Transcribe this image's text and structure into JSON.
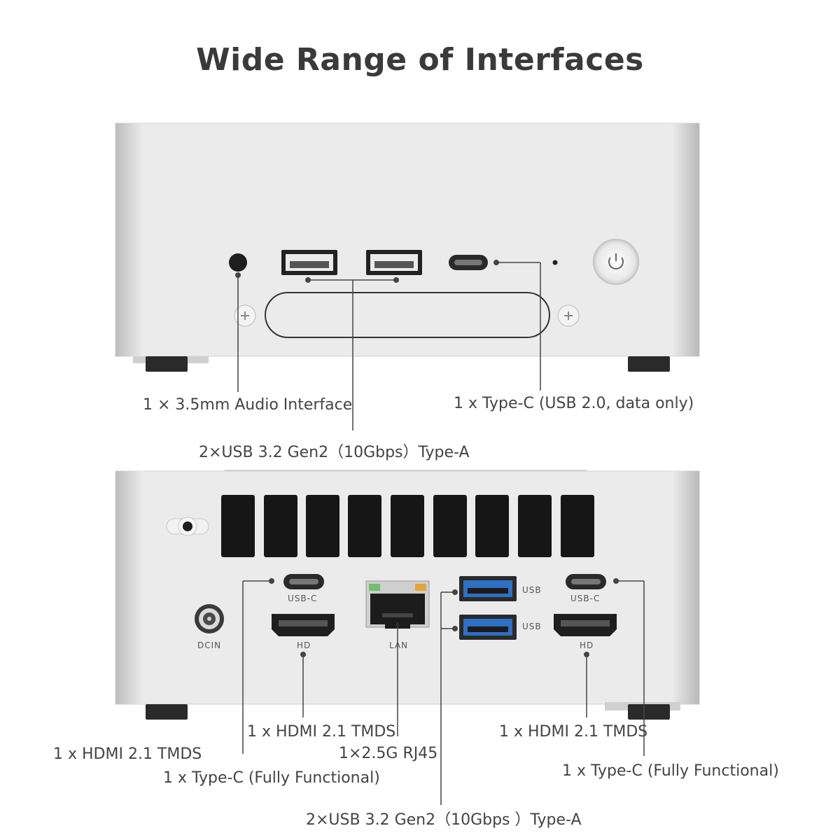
{
  "title": "Wide Range of Interfaces",
  "front": {
    "labels": {
      "audio": "1 × 3.5mm Audio Interface",
      "usbc_data": "1 x Type-C (USB 2.0, data only)",
      "usb_a": "2×USB 3.2 Gen2（10Gbps）Type-A"
    },
    "icons": [
      "audio-jack-icon",
      "usb-a-port-icon",
      "usb-c-port-icon",
      "power-button-icon",
      "screw-icon"
    ]
  },
  "rear": {
    "port_marks": {
      "usbc_left": "USB-C",
      "hd_left": "HD",
      "dcin": "DCIN",
      "lan": "LAN",
      "usb_top": "USB",
      "usb_bottom": "USB",
      "usbc_right": "USB-C",
      "hd_right": "HD"
    },
    "labels": {
      "hdmi_left": "1 x HDMI 2.1 TMDS",
      "hdmi_center": "1 x HDMI 2.1 TMDS",
      "rj45": "1×2.5G RJ45",
      "typec_left": "1 x Type-C (Fully Functional)",
      "hdmi_right": "1 x HDMI 2.1 TMDS",
      "typec_right": "1 x Type-C (Fully Functional)",
      "usb_a": "2×USB 3.2 Gen2（10Gbps ）Type-A"
    }
  },
  "colors": {
    "chassis": "#ebebeb",
    "chassis_edge": "#c9c9c9",
    "port_dark": "#2b2b2b",
    "usb3_blue": "#2f6fc4",
    "leader_line": "#444444"
  }
}
